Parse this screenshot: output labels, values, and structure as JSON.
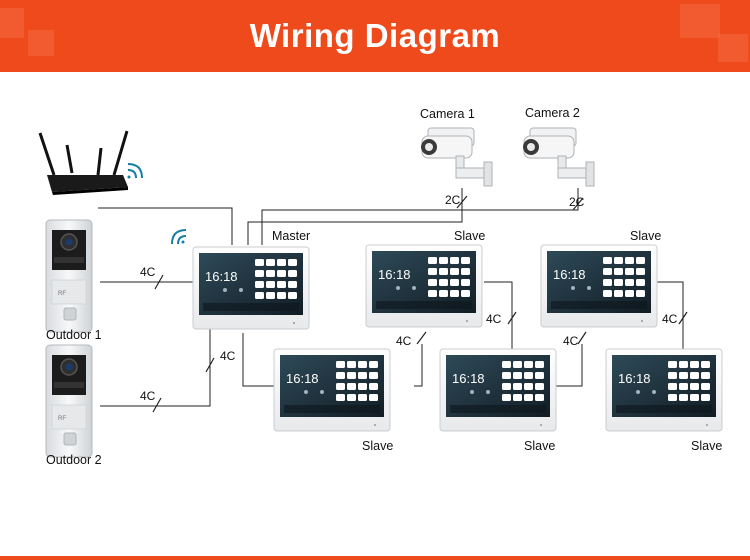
{
  "title": "Wiring Diagram",
  "colors": {
    "accent": "#ef4a1c",
    "line": "#222222",
    "monitor_frame": "#ffffff",
    "screen": "#1f2f3a"
  },
  "cameras": [
    {
      "label": "Camera 1"
    },
    {
      "label": "Camera 2"
    }
  ],
  "outdoor_units": [
    {
      "label": "Outdoor 1"
    },
    {
      "label": "Outdoor 2"
    }
  ],
  "monitors": {
    "master": {
      "label": "Master",
      "time": "16:18"
    },
    "slave_labels": [
      "Slave",
      "Slave",
      "Slave",
      "Slave",
      "Slave"
    ],
    "time": "16:18"
  },
  "cables": {
    "four_core": "4C",
    "two_core": "2C"
  },
  "devices": {
    "router": "router-icon",
    "wifi": "wifi-icon"
  }
}
